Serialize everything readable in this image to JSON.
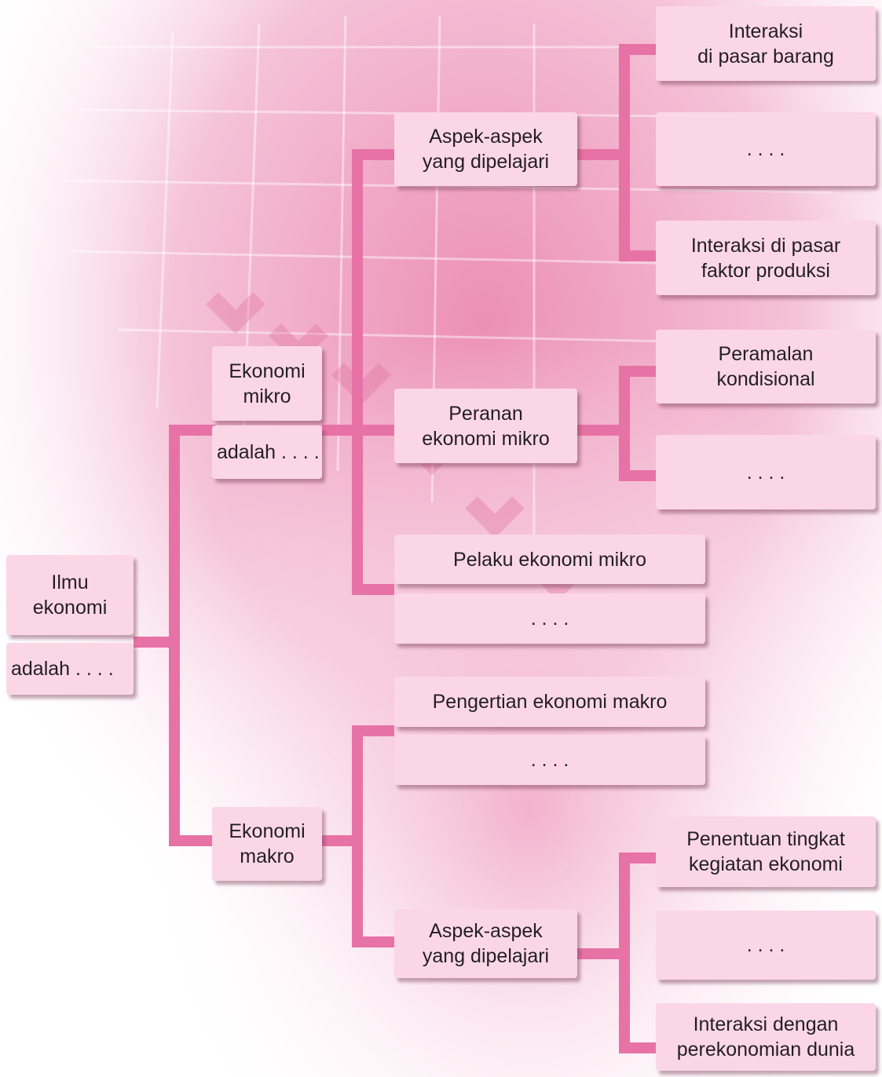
{
  "colors": {
    "box_fill": "#fbd7e6",
    "connector": "#e772a5",
    "text": "#231f20",
    "shadow": "#b97a95"
  },
  "diagram": {
    "root": {
      "title": "Ilmu\nekonomi",
      "definition": "adalah . . . ."
    },
    "micro": {
      "title": "Ekonomi\nmikro",
      "definition": "adalah . . . .",
      "aspects": {
        "label": "Aspek-aspek\nyang dipelajari",
        "items": [
          "Interaksi\ndi pasar barang",
          ". . . .",
          "Interaksi di pasar\nfaktor produksi"
        ]
      },
      "role": {
        "label": "Peranan\nekonomi mikro",
        "items": [
          "Peramalan\nkondisional",
          ". . . ."
        ]
      },
      "actors": "Pelaku ekonomi mikro",
      "blank": ". . . ."
    },
    "macro": {
      "title": "Ekonomi\nmakro",
      "definition_label": "Pengertian ekonomi makro",
      "blank": ". . . .",
      "aspects": {
        "label": "Aspek-aspek\nyang dipelajari",
        "items": [
          "Penentuan tingkat\nkegiatan ekonomi",
          ". . . .",
          "Interaksi dengan\nperekonomian dunia"
        ]
      }
    }
  }
}
